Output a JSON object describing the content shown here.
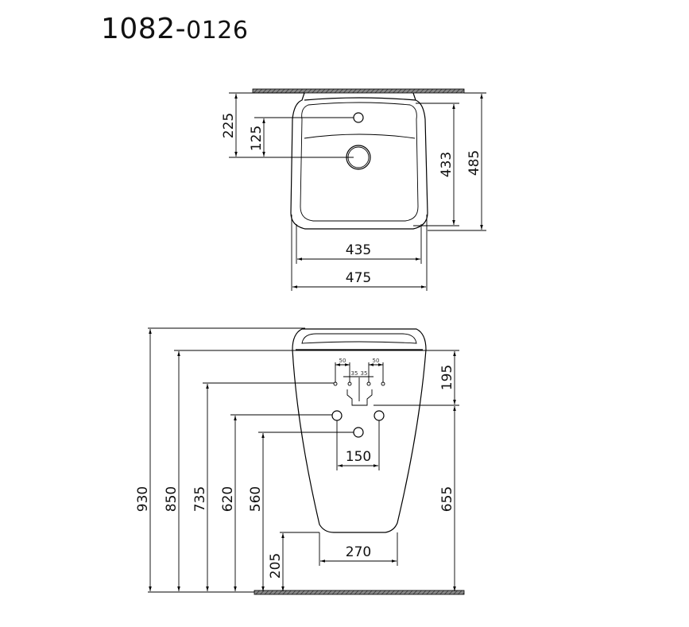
{
  "title": {
    "main": "1082-",
    "suffix": "0126"
  },
  "top_view": {
    "dims": {
      "d225": "225",
      "d125": "125",
      "d433": "433",
      "d485": "485",
      "d435": "435",
      "d475": "475"
    }
  },
  "front_view": {
    "dims": {
      "d930": "930",
      "d850": "850",
      "d735": "735",
      "d620": "620",
      "d560": "560",
      "d205": "205",
      "d195": "195",
      "d655": "655",
      "d150": "150",
      "d270": "270",
      "d50a": "50",
      "d50b": "50",
      "d35a": "35",
      "d35b": "35"
    }
  },
  "colors": {
    "line": "#000000",
    "hatch": "#555555",
    "background": "#ffffff"
  }
}
